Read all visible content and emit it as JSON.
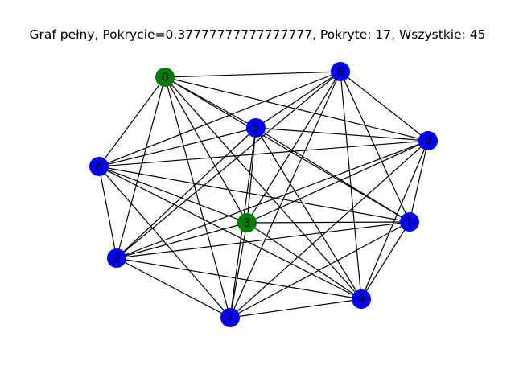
{
  "title": "Graf pełny, Pokrycie=0.37777777777777777, Pokryte: 17, Wszystkie: 45",
  "colors": {
    "covered_node": "#008000",
    "uncovered_node": "#0000ff",
    "edge": "#000000",
    "label": "#000000"
  },
  "nodes": [
    {
      "id": "0",
      "label": "0",
      "covered": true
    },
    {
      "id": "1",
      "label": "1",
      "covered": false
    },
    {
      "id": "2",
      "label": "2",
      "covered": false
    },
    {
      "id": "3",
      "label": "3",
      "covered": true
    },
    {
      "id": "4",
      "label": "4",
      "covered": false
    },
    {
      "id": "5",
      "label": "5",
      "covered": false
    },
    {
      "id": "6",
      "label": "6",
      "covered": false
    },
    {
      "id": "7",
      "label": "7",
      "covered": false
    },
    {
      "id": "8",
      "label": "8",
      "covered": false
    },
    {
      "id": "9",
      "label": "9",
      "covered": false
    }
  ],
  "edges": [
    [
      "0",
      "1"
    ],
    [
      "0",
      "2"
    ],
    [
      "0",
      "3"
    ],
    [
      "0",
      "4"
    ],
    [
      "0",
      "5"
    ],
    [
      "0",
      "6"
    ],
    [
      "0",
      "7"
    ],
    [
      "0",
      "8"
    ],
    [
      "0",
      "9"
    ],
    [
      "1",
      "2"
    ],
    [
      "1",
      "3"
    ],
    [
      "1",
      "4"
    ],
    [
      "1",
      "5"
    ],
    [
      "1",
      "6"
    ],
    [
      "1",
      "7"
    ],
    [
      "1",
      "8"
    ],
    [
      "1",
      "9"
    ],
    [
      "2",
      "3"
    ],
    [
      "2",
      "4"
    ],
    [
      "2",
      "5"
    ],
    [
      "2",
      "6"
    ],
    [
      "2",
      "7"
    ],
    [
      "2",
      "8"
    ],
    [
      "2",
      "9"
    ],
    [
      "3",
      "4"
    ],
    [
      "3",
      "5"
    ],
    [
      "3",
      "6"
    ],
    [
      "3",
      "7"
    ],
    [
      "3",
      "8"
    ],
    [
      "3",
      "9"
    ],
    [
      "4",
      "5"
    ],
    [
      "4",
      "6"
    ],
    [
      "4",
      "7"
    ],
    [
      "4",
      "8"
    ],
    [
      "4",
      "9"
    ],
    [
      "5",
      "6"
    ],
    [
      "5",
      "7"
    ],
    [
      "5",
      "8"
    ],
    [
      "5",
      "9"
    ],
    [
      "6",
      "7"
    ],
    [
      "6",
      "8"
    ],
    [
      "6",
      "9"
    ],
    [
      "7",
      "8"
    ],
    [
      "7",
      "9"
    ],
    [
      "8",
      "9"
    ]
  ]
}
